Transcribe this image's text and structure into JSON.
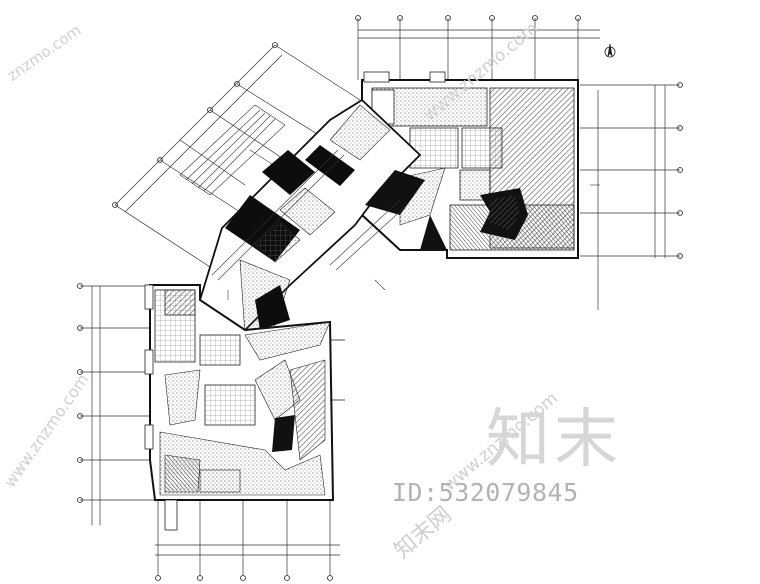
{
  "watermark": {
    "brand_cn": "知末",
    "id_line": "ID:532079845",
    "site_text": "www.znzmo.com",
    "site_short": "znzmo.com",
    "stamp_cn": "知末网"
  },
  "compass_icon": "north-arrow-icon",
  "colors": {
    "line": "#222222",
    "fill_dark": "#111111",
    "hatch": "#555555"
  }
}
